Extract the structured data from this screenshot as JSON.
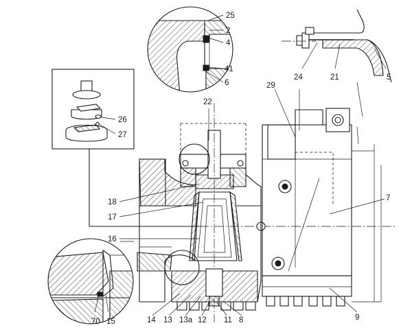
{
  "labels": {
    "l25": "25",
    "l2": "2",
    "l4": "4",
    "l41": "41",
    "l6": "6",
    "l24": "24",
    "l21": "21",
    "l5": "5",
    "l29": "29",
    "l22": "22",
    "l26": "26",
    "l27": "27",
    "l18": "18",
    "l17": "17",
    "l16": "16",
    "l7": "7",
    "l14": "14",
    "l13": "13",
    "l13a": "13a",
    "l12": "12",
    "l11": "11",
    "l8": "8",
    "l70": "70",
    "l15": "15",
    "l9": "9"
  }
}
